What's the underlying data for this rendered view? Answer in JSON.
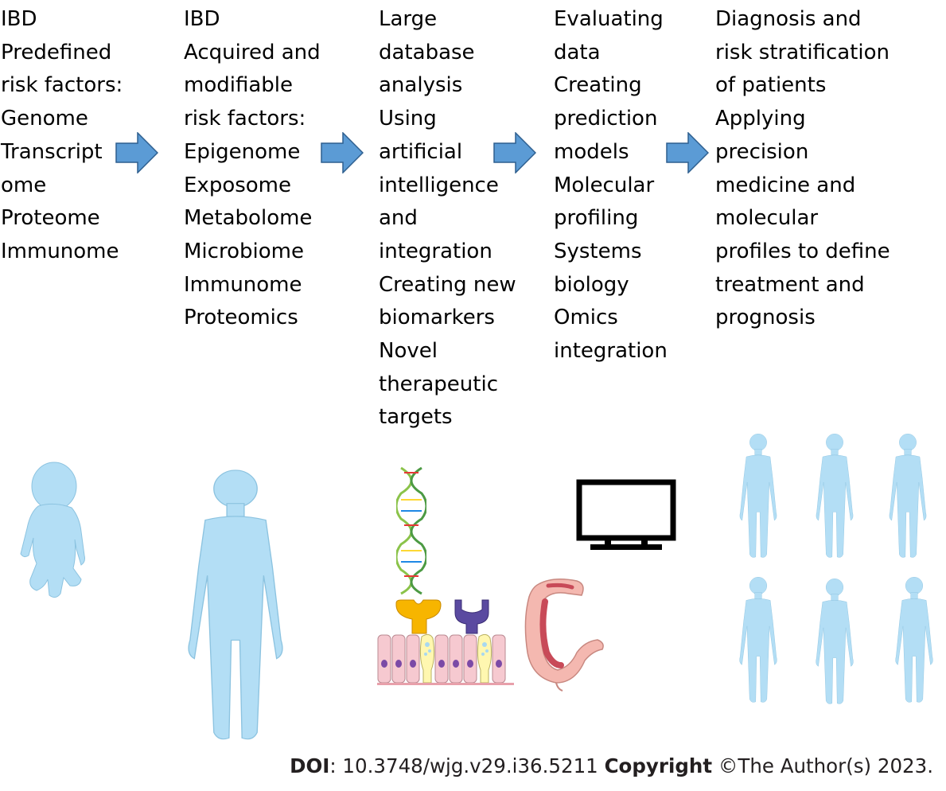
{
  "columns": [
    {
      "lines": [
        "IBD",
        "Predefined",
        "risk factors:",
        "Genome",
        "Transcript",
        "ome",
        "Proteome",
        "Immunome"
      ]
    },
    {
      "lines": [
        "IBD",
        "Acquired and",
        "modifiable",
        "risk factors:",
        "Epigenome",
        "Exposome",
        "Metabolome",
        "Microbiome",
        "Immunome",
        "Proteomics"
      ]
    },
    {
      "lines": [
        "Large",
        "database",
        "analysis",
        "Using",
        "artificial",
        "intelligence",
        "and",
        "integration",
        "Creating new",
        "biomarkers",
        "Novel",
        "therapeutic",
        "targets"
      ]
    },
    {
      "lines": [
        "Evaluating",
        "data",
        "Creating",
        "prediction",
        "models",
        "Molecular",
        "profiling",
        "Systems",
        "biology",
        "Omics",
        "integration"
      ]
    },
    {
      "lines": [
        "Diagnosis and",
        "risk stratification",
        "of patients",
        "Applying",
        "precision",
        "medicine and",
        "molecular",
        "profiles to define",
        "treatment and",
        "prognosis"
      ]
    }
  ],
  "footer": {
    "doi_label": "DOI",
    "doi_value": ": 10.3748/wjg.v29.i36.5211 ",
    "copyright_label": "Copyright",
    "copyright_value": " ©The Author(s) 2023."
  },
  "icons": [
    "right-arrow-icon",
    "infant-silhouette-icon",
    "adult-silhouette-icon",
    "dna-helix-icon",
    "cell-receptor-icon",
    "intestinal-epithelium-icon",
    "colon-icon",
    "monitor-icon",
    "patient-group-icon"
  ],
  "colors": {
    "arrow_fill": "#5b9bd5",
    "arrow_stroke": "#2e5f8f",
    "silhouette": "#b3def5",
    "monitor": "#000000"
  }
}
